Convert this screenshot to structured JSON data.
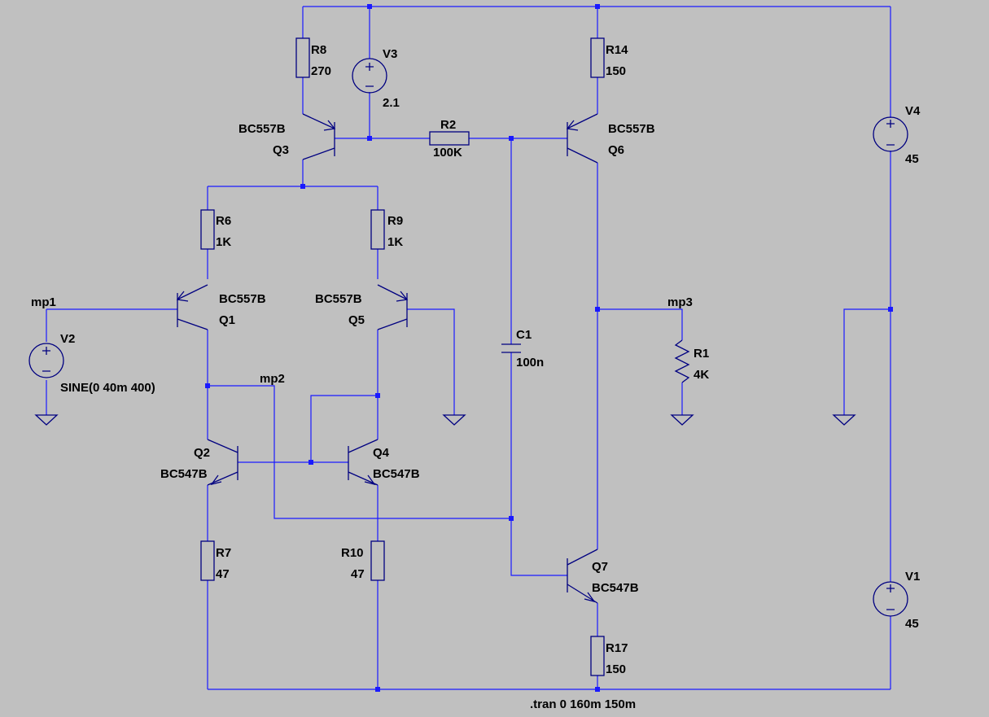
{
  "components": {
    "R8": {
      "name": "R8",
      "value": "270"
    },
    "R14": {
      "name": "R14",
      "value": "150"
    },
    "R2": {
      "name": "R2",
      "value": "100K"
    },
    "R6": {
      "name": "R6",
      "value": "1K"
    },
    "R9": {
      "name": "R9",
      "value": "1K"
    },
    "R1": {
      "name": "R1",
      "value": "4K"
    },
    "R7": {
      "name": "R7",
      "value": "47"
    },
    "R10": {
      "name": "R10",
      "value": "47"
    },
    "R17": {
      "name": "R17",
      "value": "150"
    },
    "C1": {
      "name": "C1",
      "value": "100n"
    },
    "V1": {
      "name": "V1",
      "value": "45"
    },
    "V2": {
      "name": "V2",
      "value": "SINE(0 40m 400)"
    },
    "V3": {
      "name": "V3",
      "value": "2.1"
    },
    "V4": {
      "name": "V4",
      "value": "45"
    },
    "Q1": {
      "name": "Q1",
      "model": "BC557B"
    },
    "Q2": {
      "name": "Q2",
      "model": "BC547B"
    },
    "Q3": {
      "name": "Q3",
      "model": "BC557B"
    },
    "Q4": {
      "name": "Q4",
      "model": "BC547B"
    },
    "Q5": {
      "name": "Q5",
      "model": "BC557B"
    },
    "Q6": {
      "name": "Q6",
      "model": "BC557B"
    },
    "Q7": {
      "name": "Q7",
      "model": "BC547B"
    }
  },
  "nets": {
    "mp1": "mp1",
    "mp2": "mp2",
    "mp3": "mp3"
  },
  "directive": ".tran 0 160m 150m",
  "colors": {
    "background": "#c0c0c0",
    "wire": "#1a1aff",
    "component": "#000080",
    "text": "#000000"
  }
}
